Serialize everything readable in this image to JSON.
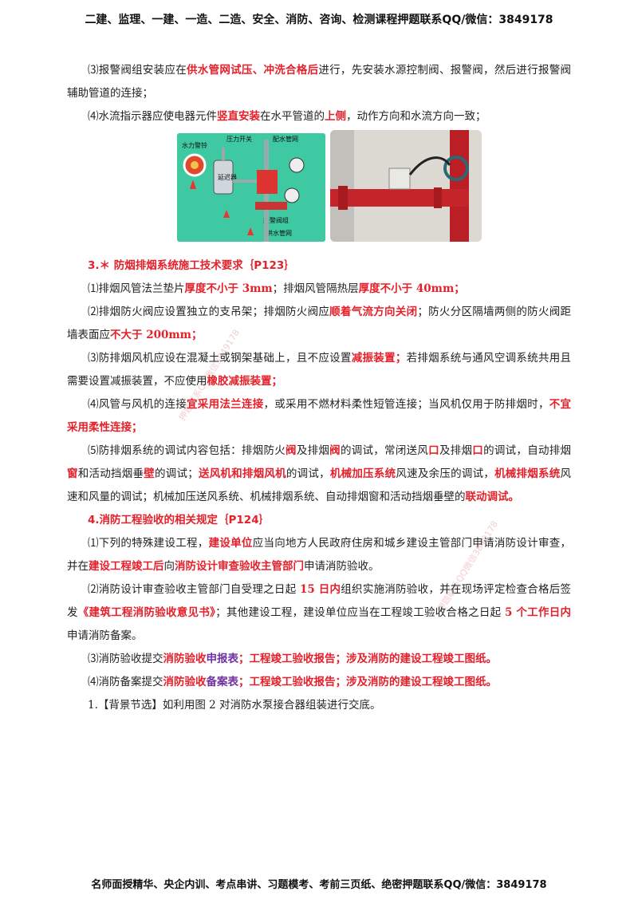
{
  "header": "二建、监理、一建、一造、二造、安全、消防、咨询、检测课程押题联系QQ/微信：3849178",
  "footer": "名师面授精华、央企内训、考点串讲、习题模考、考前三页纸、绝密押题联系QQ/微信：3849178",
  "watermark": "押题联系QQ微信3849178",
  "p1": {
    "a": "⑶报警阀组安装应在",
    "b": "供水管网试压、冲洗合格后",
    "c": "进行，先安装水源控制阀、报警阀，然后进行报警阀辅助管道的连接；"
  },
  "p2": {
    "a": "⑷水流指示器应使电器元件",
    "b": "竖直安装",
    "c": "在水平管道的",
    "d": "上侧",
    "e": "，动作方向和水流方向一致；"
  },
  "diagram": {
    "l1": "水力警铃",
    "l2": "压力开关",
    "l3": "配水管网",
    "l4": "延迟器",
    "l5": "报警阀组",
    "l6": "供水管网"
  },
  "h3": "3.＊ 防烟排烟系统施工技术要求｛P123｝",
  "s1": {
    "a": "⑴排烟风管法兰垫片",
    "b": "厚度不小于 3mm",
    "c": "；排烟风管隔热层",
    "d": "厚度不小于 40mm；"
  },
  "s2": {
    "a": "⑵排烟防火阀应设置独立的支吊架；排烟防火阀应",
    "b": "顺着气流方向关闭",
    "c": "；防火分区隔墙两侧的防火阀距墙表面应",
    "d": "不大于 200mm；"
  },
  "s3": {
    "a": "⑶防排烟风机应设在混凝土或钢架基础上，且不应设置",
    "b": "减振装置；",
    "c": "若排烟系统与通风空调系统共用且需要设置减振装置，不应使用",
    "d": "橡胶减振装置；"
  },
  "s4": {
    "a": "⑷风管与风机的连接",
    "b": "宜采用法兰连接",
    "c": "，或采用不燃材料柔性短管连接；当风机仅用于防排烟时，",
    "d": "不宜采用柔性连接；"
  },
  "s5": {
    "a": "⑸防排烟系统的调试内容包括：排烟防火",
    "b": "阀",
    "c": "及排烟",
    "d": "阀",
    "e": "的调试，常闭送风",
    "f": "口",
    "g": "及排烟",
    "h": "口",
    "i": "的调试，自动排烟",
    "j": "窗",
    "k": "和活动挡烟垂",
    "l": "壁",
    "m": "的调试；",
    "n": "送风机和排烟风机",
    "o": "的调试，",
    "p": "机械加压系统",
    "q": "风速及余压的调试，",
    "r": "机械排烟系统",
    "s": "风速和风量的调试；机械加压送风系统、机械排烟系统、自动排烟窗和活动挡烟垂壁的",
    "t": "联动调试。"
  },
  "h4": "4.消防工程验收的相关规定｛P124｝",
  "t1": {
    "a": "⑴下列的特殊建设工程，",
    "b": "建设单位",
    "c": "应当向地方人民政府住房和城乡建设主管部门申请消防设计审查，并在",
    "d": "建设工程竣工后",
    "e": "向",
    "f": "消防设计审查验收主管部门",
    "g": "申请消防验收。"
  },
  "t2": {
    "a": "⑵消防设计审查验收主管部门自受理之日起 ",
    "b": "15 日内",
    "c": "组织实施消防验收，并在现场评定检查合格后签发",
    "d": "《建筑工程消防验收意见书》",
    "e": "；其他建设工程，建设单位应当在工程竣工验收合格之日起 ",
    "f": "5 个工作日内",
    "g": "申请消防备案。"
  },
  "t3": {
    "a": "⑶消防验收提交",
    "b": "消防验收",
    "c": "申报表",
    "d": "；工程竣工验收报告；涉及消防的建设工程竣工图纸。"
  },
  "t4": {
    "a": "⑷消防备案提交",
    "b": "消防验收",
    "c": "备案表",
    "d": "；工程竣工验收报告；涉及消防的建设工程竣工图纸。"
  },
  "t5": "1.【背景节选】如利用图 2 对消防水泵接合器组装进行交底。"
}
